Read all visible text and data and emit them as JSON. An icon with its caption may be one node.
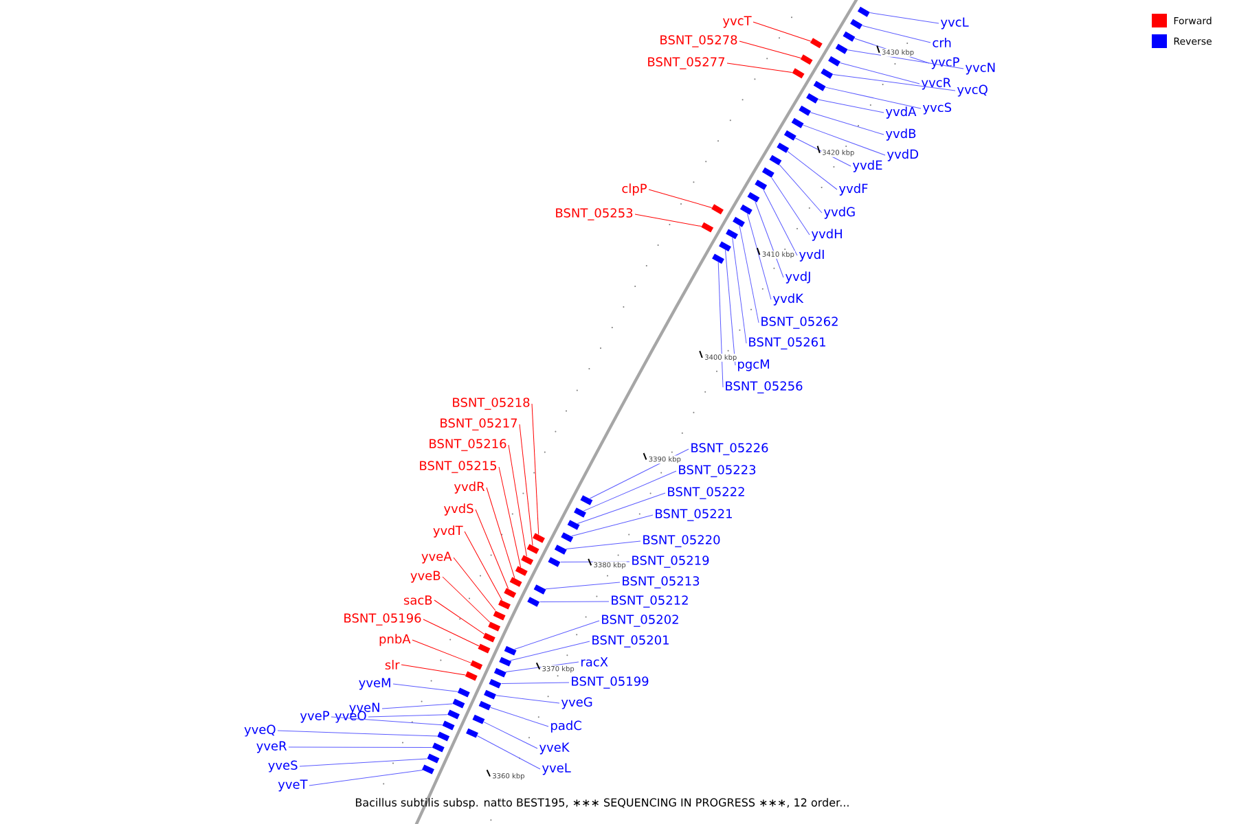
{
  "diagram": {
    "caption": "Bacillus subtilis subsp. natto BEST195, ∗∗∗ SEQUENCING IN PROGRESS ∗∗∗, 12 order...",
    "nodes": [
      {
        "text": [
          "yvcT"
        ]
      },
      {
        "text": [
          "BSNT_05278"
        ]
      },
      {
        "text": [
          "BSNT_05277"
        ]
      },
      {
        "text": [
          "yvcL"
        ]
      },
      {
        "text": [
          "crh"
        ]
      },
      {
        "text": [
          "yvcP"
        ]
      },
      {
        "text": [
          "yvcN"
        ]
      },
      {
        "text": [
          "yvcR"
        ]
      },
      {
        "text": [
          "yvcQ"
        ]
      },
      {
        "text": [
          "yvcS"
        ]
      },
      {
        "text": [
          "yvdA"
        ]
      },
      {
        "text": [
          "yvdB"
        ]
      },
      {
        "text": [
          "yvdD"
        ]
      },
      {
        "text": [
          "yvdE"
        ]
      },
      {
        "text": [
          "yvdF"
        ]
      },
      {
        "text": [
          "yvdG"
        ]
      },
      {
        "text": [
          "clpP"
        ]
      },
      {
        "text": [
          "BSNT_05253"
        ]
      },
      {
        "text": [
          "yvdH"
        ]
      },
      {
        "text": [
          "yvdI"
        ]
      },
      {
        "text": [
          "yvdJ"
        ]
      },
      {
        "text": [
          "yvdK"
        ]
      },
      {
        "text": [
          "BSNT_05262"
        ]
      },
      {
        "text": [
          "BSNT_05261"
        ]
      },
      {
        "text": [
          "pgcM"
        ]
      },
      {
        "text": [
          "BSNT_05256"
        ]
      },
      {
        "text": [
          "BSNT_05218"
        ]
      },
      {
        "text": [
          "BSNT_05217"
        ]
      },
      {
        "text": [
          "BSNT_05216"
        ]
      },
      {
        "text": [
          "BSNT_05215"
        ]
      },
      {
        "text": [
          "BSNT_05226"
        ]
      },
      {
        "text": [
          "BSNT_05223"
        ]
      },
      {
        "text": [
          "yvdR"
        ]
      },
      {
        "text": [
          "BSNT_05222"
        ]
      },
      {
        "text": [
          "yvdS"
        ]
      },
      {
        "text": [
          "BSNT_05221"
        ]
      },
      {
        "text": [
          "yvdT"
        ]
      },
      {
        "text": [
          "BSNT_05220"
        ]
      },
      {
        "text": [
          "yveA"
        ]
      },
      {
        "text": [
          "BSNT_05219"
        ]
      },
      {
        "text": [
          "yveB"
        ]
      },
      {
        "text": [
          "BSNT_05213"
        ]
      },
      {
        "text": [
          "sacB"
        ]
      },
      {
        "text": [
          "BSNT_05212"
        ]
      },
      {
        "text": [
          "BSNT_05196"
        ]
      },
      {
        "text": [
          "BSNT_05202"
        ]
      },
      {
        "text": [
          "pnbA"
        ]
      },
      {
        "text": [
          "BSNT_05201"
        ]
      },
      {
        "text": [
          "slr"
        ]
      },
      {
        "text": [
          "racX"
        ]
      },
      {
        "text": [
          "yveM"
        ]
      },
      {
        "text": [
          "BSNT_05199"
        ]
      },
      {
        "text": [
          "yveG"
        ]
      },
      {
        "text": [
          "yveN"
        ]
      },
      {
        "text": [
          "padC"
        ]
      },
      {
        "text": [
          "yveQ"
        ]
      },
      {
        "text": [
          "yveP"
        ]
      },
      {
        "text": [
          "yveO"
        ]
      },
      {
        "text": [
          "yveR"
        ]
      },
      {
        "text": [
          "yveK"
        ]
      },
      {
        "text": [
          "yveS"
        ]
      },
      {
        "text": [
          "yveL"
        ]
      },
      {
        "text": [
          "yveT"
        ]
      },
      {
        "text": [],
        "shape": "box"
      },
      {
        "text": [],
        "shape": "box"
      },
      {
        "text": [],
        "shape": "box"
      },
      {
        "text": [],
        "shape": "box"
      },
      {
        "text": [],
        "shape": "box"
      },
      {
        "text": [],
        "shape": "box"
      },
      {
        "text": [],
        "shape": "box"
      },
      {
        "text": [],
        "shape": "box"
      },
      {
        "text": [],
        "shape": "box"
      },
      {
        "text": [],
        "shape": "box"
      },
      {
        "text": [],
        "shape": "box"
      },
      {
        "text": [],
        "shape": "box"
      },
      {
        "text": [],
        "shape": "box"
      },
      {
        "text": [],
        "shape": "box"
      },
      {
        "text": [],
        "shape": "box"
      },
      {
        "text": [],
        "shape": "box"
      },
      {
        "text": [],
        "shape": "box"
      },
      {
        "text": [],
        "shape": "box"
      },
      {
        "text": [],
        "shape": "box"
      },
      {
        "text": [],
        "shape": "box"
      },
      {
        "text": [],
        "shape": "box"
      },
      {
        "text": [],
        "shape": "box"
      },
      {
        "text": [],
        "shape": "box"
      },
      {
        "text": [],
        "shape": "box"
      },
      {
        "text": [],
        "shape": "box"
      },
      {
        "text": [],
        "shape": "box"
      },
      {
        "text": [],
        "shape": "box"
      },
      {
        "text": [],
        "shape": "box"
      },
      {
        "text": [],
        "shape": "box"
      },
      {
        "text": [],
        "shape": "box"
      },
      {
        "text": [],
        "shape": "box"
      },
      {
        "text": [],
        "shape": "box"
      },
      {
        "text": [],
        "shape": "box"
      },
      {
        "text": [],
        "shape": "box"
      },
      {
        "text": [],
        "shape": "box"
      },
      {
        "text": [],
        "shape": "box"
      },
      {
        "text": [],
        "shape": "box"
      },
      {
        "text": [],
        "shape": "box"
      },
      {
        "text": [],
        "shape": "box"
      },
      {
        "text": [],
        "shape": "box"
      },
      {
        "text": [],
        "shape": "box"
      },
      {
        "text": [],
        "shape": "box"
      },
      {
        "text": [],
        "shape": "box"
      },
      {
        "text": [],
        "shape": "box"
      },
      {
        "text": [],
        "shape": "box"
      },
      {
        "text": [],
        "shape": "box"
      },
      {
        "text": [],
        "shape": "box"
      },
      {
        "text": [],
        "shape": "box"
      },
      {
        "text": [],
        "shape": "box"
      },
      {
        "text": [],
        "shape": "box"
      },
      {
        "text": [],
        "shape": "box"
      },
      {
        "text": [],
        "shape": "box"
      },
      {
        "text": [],
        "shape": "box"
      },
      {
        "text": [],
        "shape": "box"
      },
      {
        "text": [],
        "shape": "box"
      },
      {
        "text": [],
        "shape": "box"
      },
      {
        "text": [],
        "shape": "box"
      },
      {
        "text": [],
        "shape": "box"
      },
      {
        "text": [],
        "shape": "box"
      },
      {
        "text": [],
        "shape": "box"
      },
      {
        "text": [],
        "shape": "box"
      },
      {
        "text": [],
        "shape": "box"
      },
      {
        "text": [],
        "shape": "box"
      }
    ],
    "edges": [
      {
        "from": 0,
        "to": 63,
        "arrow": "none",
        "color": "#ff0000"
      },
      {
        "from": 1,
        "to": 64,
        "arrow": "none",
        "color": "#ff0000"
      },
      {
        "from": 2,
        "to": 65,
        "arrow": "none",
        "color": "#ff0000"
      },
      {
        "from": 3,
        "to": 66,
        "arrow": "none"
      },
      {
        "from": 4,
        "to": 67,
        "arrow": "none"
      },
      {
        "from": 5,
        "to": 68,
        "arrow": "none"
      },
      {
        "from": 6,
        "to": 69,
        "arrow": "none"
      },
      {
        "from": 7,
        "to": 70,
        "arrow": "none"
      },
      {
        "from": 8,
        "to": 71,
        "arrow": "none"
      },
      {
        "from": 9,
        "to": 72,
        "arrow": "none"
      },
      {
        "from": 10,
        "to": 73,
        "arrow": "none"
      },
      {
        "from": 11,
        "to": 74,
        "arrow": "none"
      },
      {
        "from": 12,
        "to": 75,
        "arrow": "none"
      },
      {
        "from": 13,
        "to": 76,
        "arrow": "none"
      },
      {
        "from": 14,
        "to": 77,
        "arrow": "none"
      },
      {
        "from": 15,
        "to": 78,
        "arrow": "none"
      },
      {
        "from": 16,
        "to": 79,
        "arrow": "none",
        "color": "#ff0000"
      },
      {
        "from": 17,
        "to": 80,
        "arrow": "none",
        "color": "#ff0000"
      },
      {
        "from": 18,
        "to": 81,
        "arrow": "none"
      },
      {
        "from": 19,
        "to": 82,
        "arrow": "none"
      },
      {
        "from": 20,
        "to": 83,
        "arrow": "none"
      },
      {
        "from": 21,
        "to": 84,
        "arrow": "none"
      },
      {
        "from": 22,
        "to": 85,
        "arrow": "none"
      },
      {
        "from": 23,
        "to": 86,
        "arrow": "none"
      },
      {
        "from": 24,
        "to": 87,
        "arrow": "none"
      },
      {
        "from": 25,
        "to": 88,
        "arrow": "none"
      },
      {
        "from": 26,
        "to": 89,
        "arrow": "none",
        "color": "#ff0000"
      },
      {
        "from": 27,
        "to": 90,
        "arrow": "none",
        "color": "#ff0000"
      },
      {
        "from": 28,
        "to": 91,
        "arrow": "none",
        "color": "#ff0000"
      },
      {
        "from": 29,
        "to": 92,
        "arrow": "none",
        "color": "#ff0000"
      },
      {
        "from": 30,
        "to": 93,
        "arrow": "none"
      },
      {
        "from": 31,
        "to": 94,
        "arrow": "none"
      },
      {
        "from": 32,
        "to": 95,
        "arrow": "none",
        "color": "#ff0000"
      },
      {
        "from": 33,
        "to": 96,
        "arrow": "none"
      },
      {
        "from": 34,
        "to": 97,
        "arrow": "none",
        "color": "#ff0000"
      },
      {
        "from": 35,
        "to": 98,
        "arrow": "none"
      },
      {
        "from": 36,
        "to": 99,
        "arrow": "none",
        "color": "#ff0000"
      },
      {
        "from": 37,
        "to": 100,
        "arrow": "none"
      },
      {
        "from": 38,
        "to": 101,
        "arrow": "none",
        "color": "#ff0000"
      },
      {
        "from": 39,
        "to": 102,
        "arrow": "none"
      },
      {
        "from": 40,
        "to": 103,
        "arrow": "none",
        "color": "#ff0000"
      },
      {
        "from": 41,
        "to": 104,
        "arrow": "none"
      },
      {
        "from": 42,
        "to": 105,
        "arrow": "none",
        "color": "#ff0000"
      },
      {
        "from": 43,
        "to": 106,
        "arrow": "none"
      },
      {
        "from": 44,
        "to": 107,
        "arrow": "none",
        "color": "#ff0000"
      },
      {
        "from": 45,
        "to": 108,
        "arrow": "none"
      },
      {
        "from": 46,
        "to": 109,
        "arrow": "none",
        "color": "#ff0000"
      },
      {
        "from": 47,
        "to": 110,
        "arrow": "none"
      },
      {
        "from": 48,
        "to": 111,
        "arrow": "none",
        "color": "#ff0000"
      },
      {
        "from": 49,
        "to": 112,
        "arrow": "none"
      },
      {
        "from": 50,
        "to": 113,
        "arrow": "none"
      },
      {
        "from": 51,
        "to": 114,
        "arrow": "none"
      },
      {
        "from": 52,
        "to": 115,
        "arrow": "none"
      },
      {
        "from": 53,
        "to": 116,
        "arrow": "none"
      },
      {
        "from": 54,
        "to": 117,
        "arrow": "none"
      },
      {
        "from": 55,
        "to": 118,
        "arrow": "none"
      },
      {
        "from": 56,
        "to": 119,
        "arrow": "none"
      },
      {
        "from": 57,
        "to": 120,
        "arrow": "none"
      },
      {
        "from": 58,
        "to": 121,
        "arrow": "none"
      },
      {
        "from": 59,
        "to": 122,
        "arrow": "none"
      },
      {
        "from": 60,
        "to": 123,
        "arrow": "none"
      },
      {
        "from": 61,
        "to": 124,
        "arrow": "none"
      },
      {
        "from": 62,
        "to": 125,
        "arrow": "none"
      }
    ],
    "labels": [
      "3430 kbp",
      "3420 kbp",
      "3410 kbp",
      "3400 kbp",
      "3390 kbp",
      "3380 kbp",
      "3370 kbp",
      "3360 kbp"
    ],
    "legend": [
      {
        "text": "Forward",
        "color": "#ff0000"
      },
      {
        "text": "Reverse",
        "color": "#0000ff"
      }
    ]
  }
}
